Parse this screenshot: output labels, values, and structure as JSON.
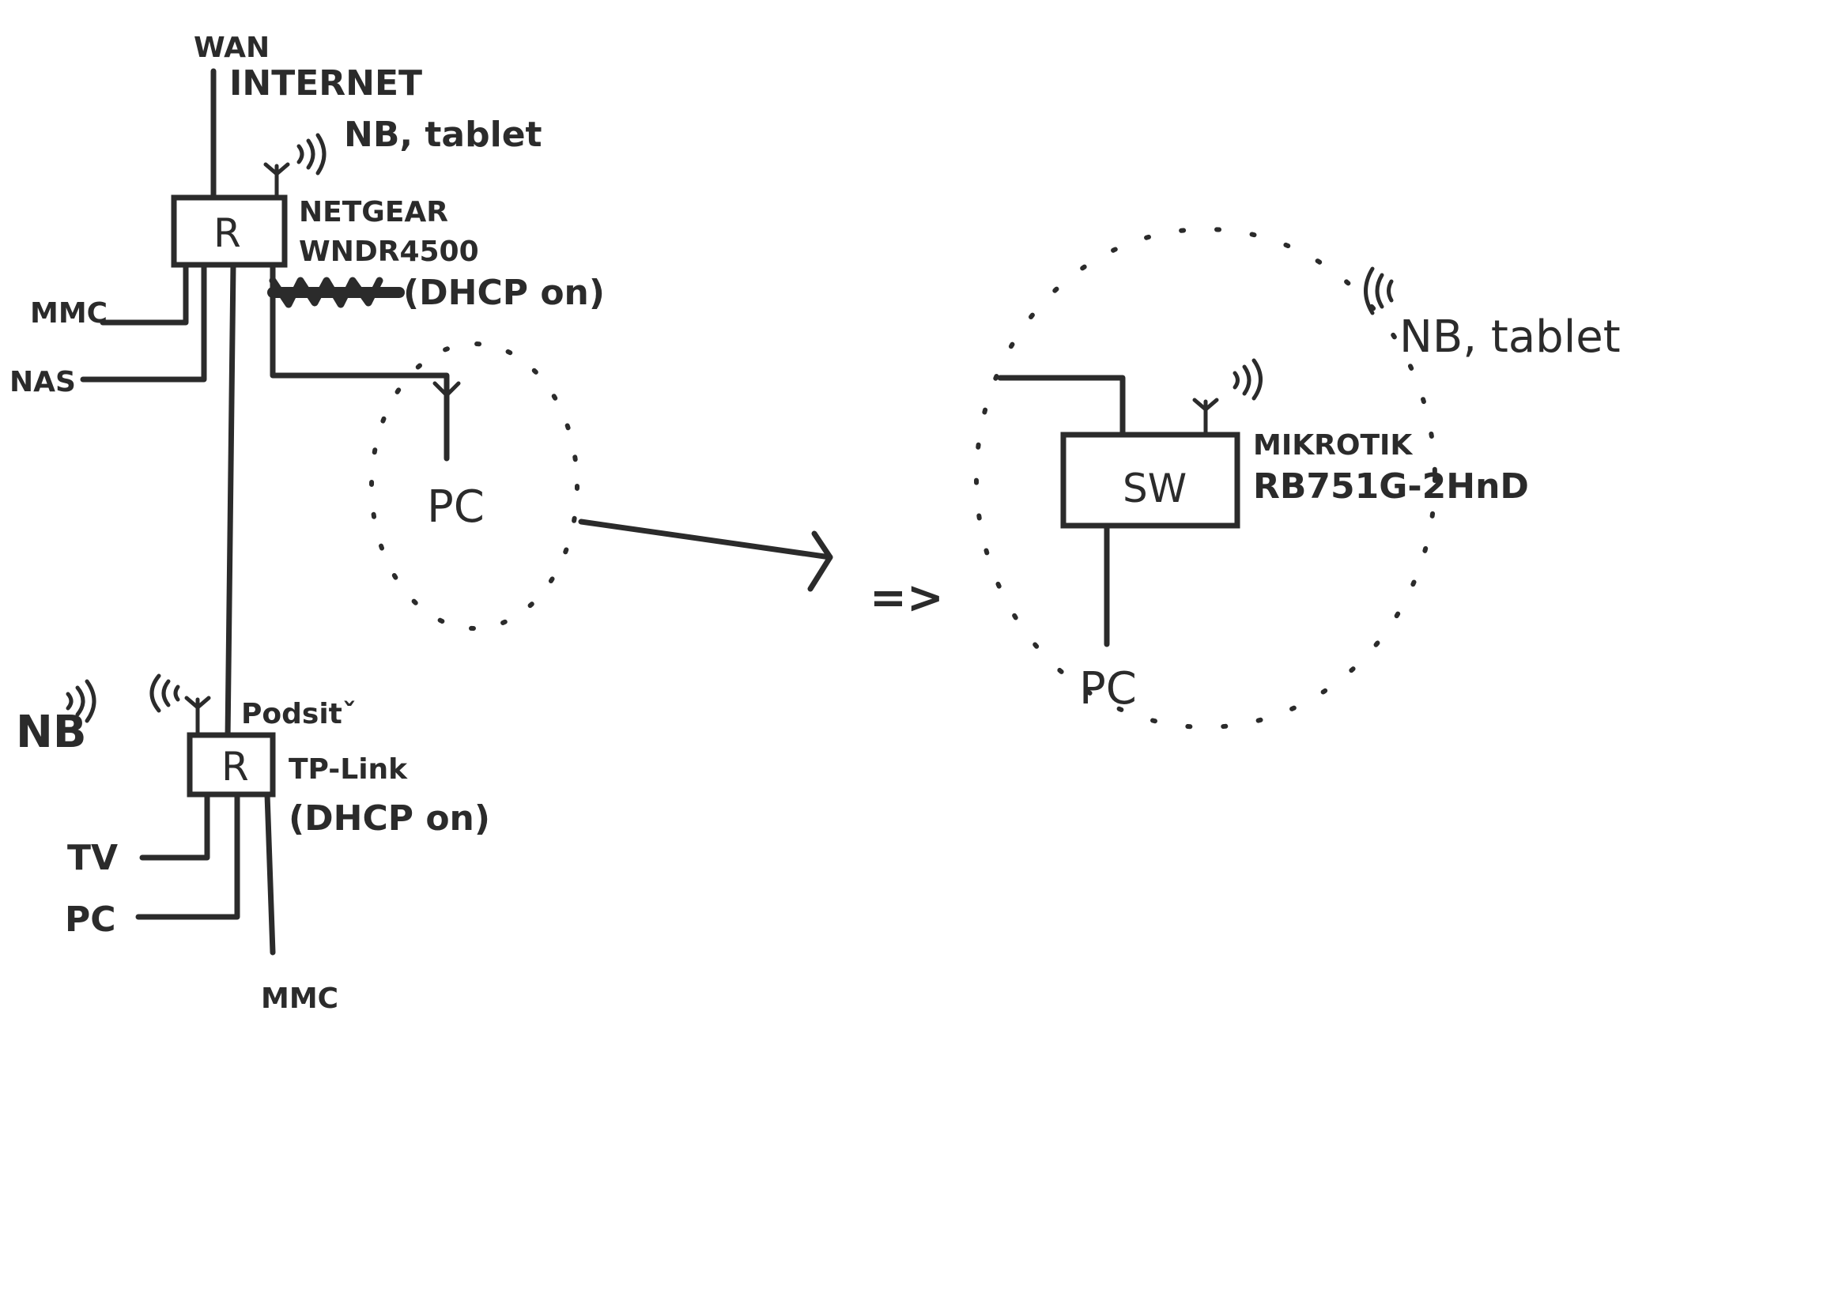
{
  "left_network": {
    "wan": "WAN",
    "internet": "INTERNET",
    "router_top": {
      "symbol": "R",
      "wifi_clients": "NB, tablet",
      "brand": "NETGEAR",
      "model": "WNDR4500",
      "dhcp": "(DHCP on)"
    },
    "clients_top": [
      "MMC",
      "NAS"
    ],
    "pc": "PC",
    "router_bottom": {
      "symbol": "R",
      "subnet": "Podsitˇ",
      "brand": "TP-Link",
      "dhcp": "(DHCP on)",
      "wifi_client": "NB"
    },
    "clients_bottom": [
      "TV",
      "PC",
      "MMC"
    ]
  },
  "implies": "=>",
  "right_network": {
    "switch": {
      "symbol": "SW",
      "brand": "MIKROTIK",
      "model": "RB751G-2HnD"
    },
    "wifi_clients": "NB, tablet",
    "pc": "PC"
  },
  "colors": {
    "ink": "#2b2b2b",
    "paper": "#ffffff"
  }
}
